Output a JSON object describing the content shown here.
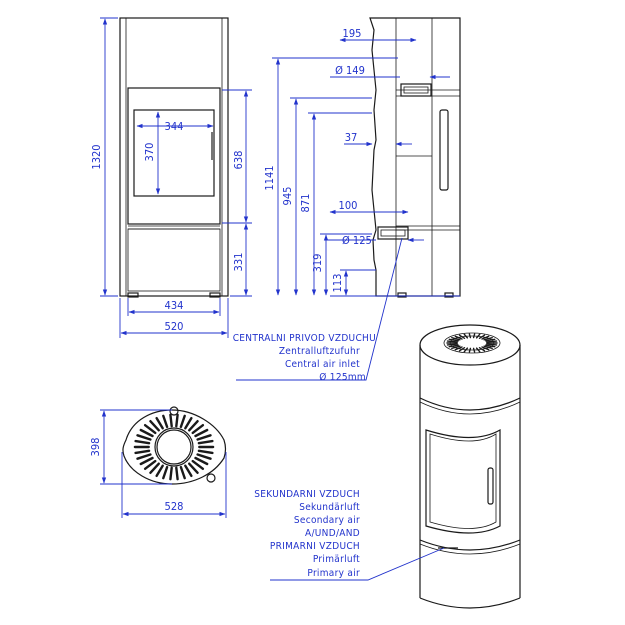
{
  "front_view": {
    "height_total": "1320",
    "window_width": "344",
    "window_height": "370",
    "door_height": "638",
    "base_height": "331",
    "foot_span": "434",
    "total_width": "520"
  },
  "side_view": {
    "flue_offset": "195",
    "flue_diameter": "Ø 149",
    "height_1141": "1141",
    "height_945": "945",
    "height_871": "871",
    "depth_37": "37",
    "inlet_offset": "100",
    "inlet_diameter": "Ø 125",
    "height_319": "319",
    "height_113": "113"
  },
  "central_air": {
    "line1": "CENTRALNI PRIVOD VZDUCHU",
    "line2": "Zentralluftzufuhr",
    "line3": "Central air inlet",
    "line4": "Ø 125mm"
  },
  "top_view": {
    "depth": "398",
    "width": "528"
  },
  "air_labels": {
    "line1": "SEKUNDARNI VZDUCH",
    "line2": "Sekundärluft",
    "line3": "Secondary air",
    "line4": "A/UND/AND",
    "line5": "PRIMARNI VZDUCH",
    "line6": "Primärluft",
    "line7": "Primary air"
  }
}
